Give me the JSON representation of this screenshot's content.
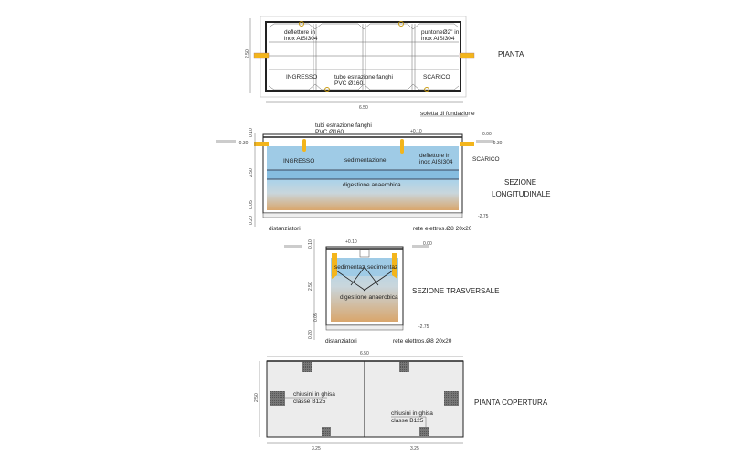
{
  "pianta": {
    "title": "PIANTA",
    "deflettore": [
      "deflettore in",
      "inox AISI304"
    ],
    "puntone": [
      "puntoneØ2\" in",
      "inox AISI304"
    ],
    "ingresso": "INGRESSO",
    "scarico": "SCARICO",
    "tubo": [
      "tubo estrazione fanghi",
      "PVC Ø160"
    ],
    "dim_length": "6.50",
    "dim_width": "2.50",
    "soletta": "soletta di fondazione"
  },
  "longitudinale": {
    "title": [
      "SEZIONE",
      "LONGITUDINALE"
    ],
    "tubi": [
      "tubi estrazione fanghi",
      "PVC Ø160"
    ],
    "lvl_top": "+0.10",
    "lvl_ground": "0.00",
    "lvl_in": "-0.30",
    "lvl_out": "-0.30",
    "lvl_bottom": "-2.75",
    "ingresso": "INGRESSO",
    "sedimentazione": "sedimentazione",
    "deflettore": [
      "deflettore in",
      "inox AISI304"
    ],
    "scarico": "SCARICO",
    "digestione": "digestione anaerobica",
    "dim_h": "2.50",
    "dim_top": "0.10",
    "dim_base": "0.05",
    "dim_found": "0.20",
    "distanziatori": "distanziatori",
    "rete": "rete elettros.Ø8 20x20"
  },
  "trasversale": {
    "title": "SEZIONE TRASVERSALE",
    "lvl_top": "+0.10",
    "lvl_ground": "0.00",
    "lvl_bottom": "-2.75",
    "sed_left": "sedimentaz",
    "sed_right": "sedimentaz",
    "digestione": "digestione anaerobica",
    "dim_h": "2.50",
    "dim_top": "0.10",
    "dim_base": "0.05",
    "dim_found": "0.20",
    "distanziatori": "distanziatori",
    "rete": "rete elettros.Ø8 20x20"
  },
  "copertura": {
    "title": "PIANTA COPERTURA",
    "dim_length": "6.50",
    "dim_width": "2.50",
    "dim_half_left": "3.25",
    "dim_half_right": "3.25",
    "chiusini_left": [
      "chiusini in ghisa",
      "classe B125"
    ],
    "chiusini_right": [
      "chiusini in ghisa",
      "classe B125"
    ]
  },
  "colors": {
    "water": "#9fcbe6",
    "sludge": "#d9a56b",
    "pipe": "#f3b51c"
  }
}
